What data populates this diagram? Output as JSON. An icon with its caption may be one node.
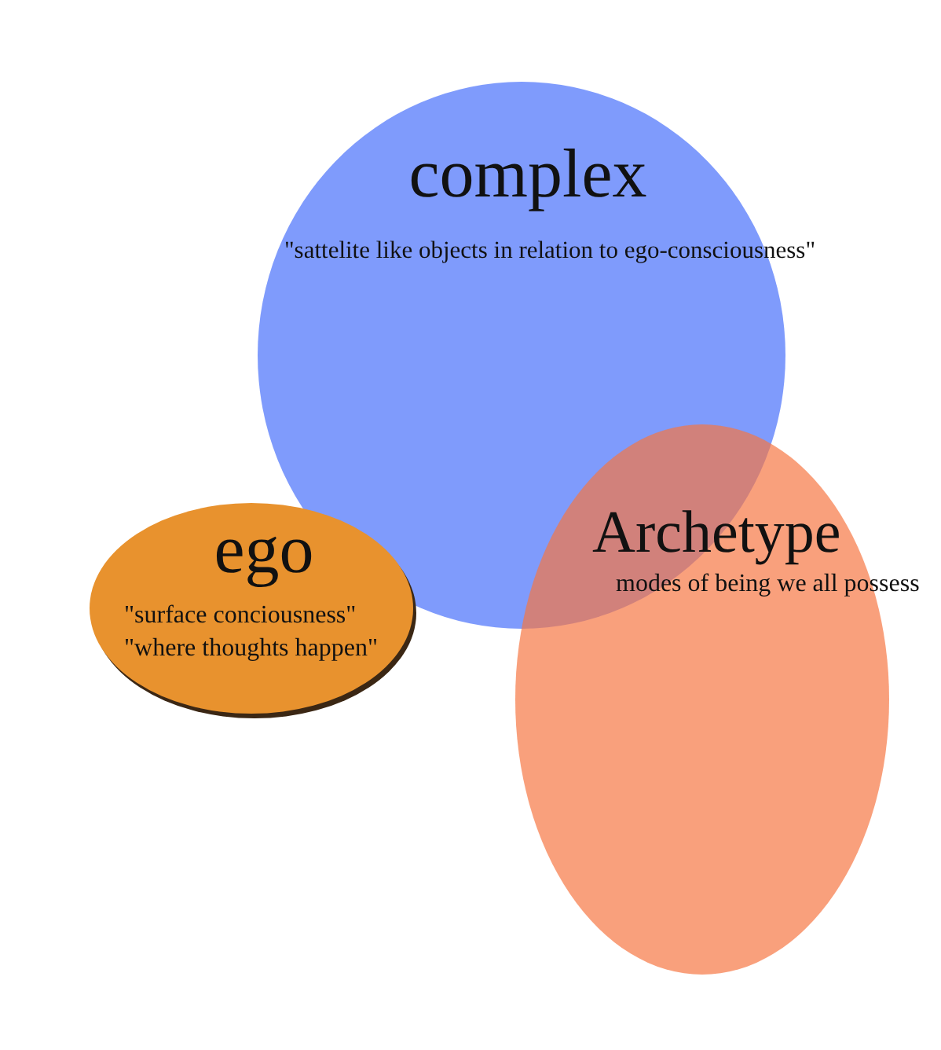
{
  "diagram": {
    "nodes": [
      {
        "text": [
          "complex",
          "\"sattelite like objects in relation to ego-consciousness\""
        ]
      },
      {
        "text": [
          "ego",
          "\"surface conciousness\"",
          "\"where thoughts happen\""
        ]
      },
      {
        "text": [
          "Archetype",
          "modes of being we all possess"
        ]
      }
    ]
  }
}
